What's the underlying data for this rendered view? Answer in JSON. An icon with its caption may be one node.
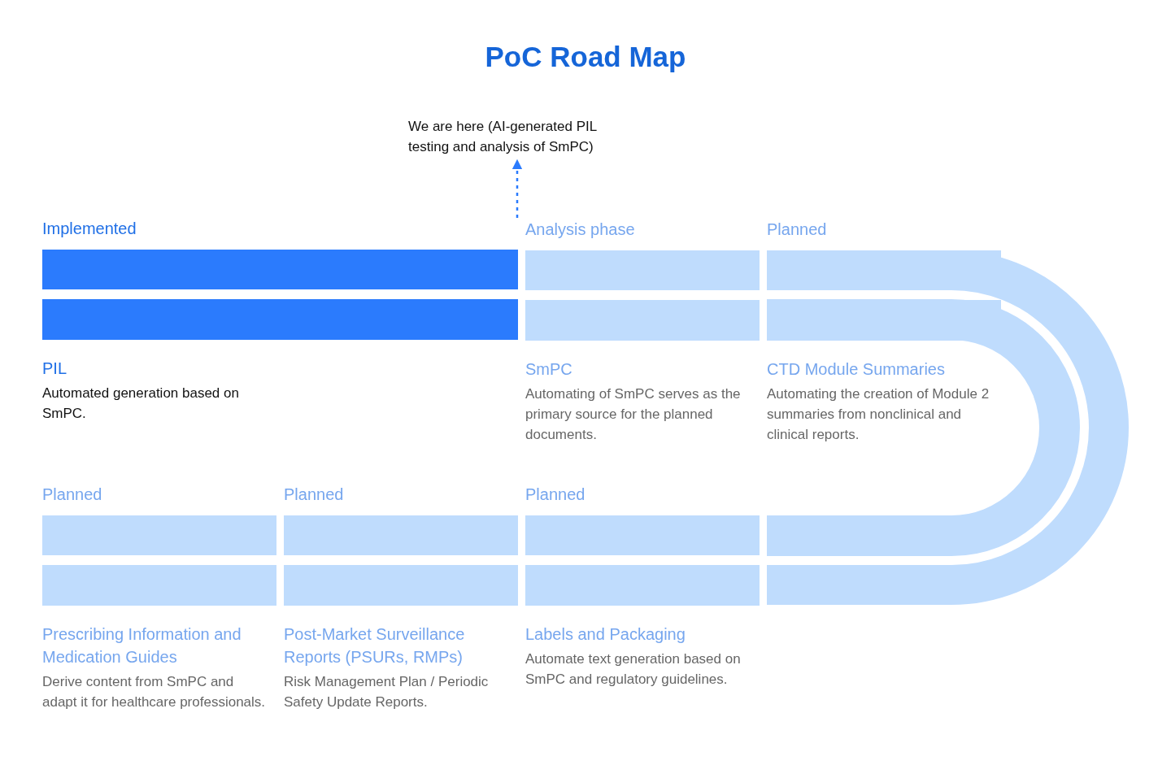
{
  "diagram": {
    "title": "PoC Road Map",
    "nodes": [
      {
        "text": [
          "We are here (AI-generated PIL testing and analysis of SmPC)"
        ]
      },
      {
        "text": [
          "Implemented",
          "PIL",
          "Automated generation based on SmPC."
        ]
      },
      {
        "text": [
          "Analysis phase",
          "SmPC",
          "Automating of SmPC serves as the primary source for the planned documents."
        ]
      },
      {
        "text": [
          "Planned",
          "CTD Module Summaries",
          "Automating the creation of Module 2 summaries from nonclinical and clinical reports."
        ]
      },
      {
        "text": [
          "Planned",
          "Prescribing Information and Medication Guides",
          "Derive content from SmPC and adapt it for healthcare professionals."
        ]
      },
      {
        "text": [
          "Planned",
          "Post-Market Surveillance Reports (PSURs, RMPs)",
          "Risk Management Plan / Periodic Safety Update Reports."
        ]
      },
      {
        "text": [
          "Planned",
          "Labels and Packaging",
          "Automate text generation based on SmPC and regulatory guidelines."
        ]
      }
    ],
    "edges": [
      {
        "from": 1,
        "to": 0,
        "arrow": "to",
        "style": "dashed"
      }
    ]
  }
}
